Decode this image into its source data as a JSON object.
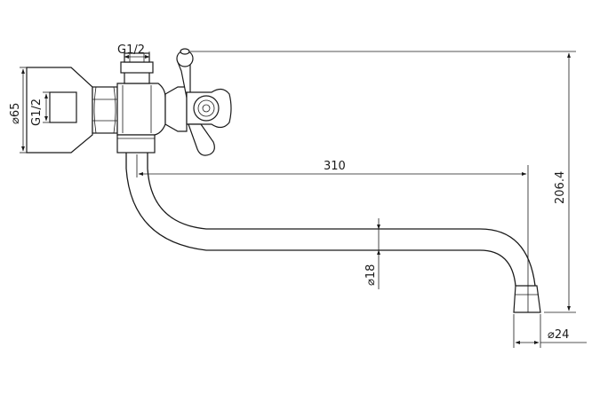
{
  "drawing": {
    "dimensions": {
      "flange_diameter": "⌀65",
      "flange_thread": "G1/2",
      "inlet_thread": "G1/2",
      "spout_length": "310",
      "total_height": "206.4",
      "pipe_diameter": "⌀18",
      "nozzle_diameter": "⌀24"
    }
  }
}
